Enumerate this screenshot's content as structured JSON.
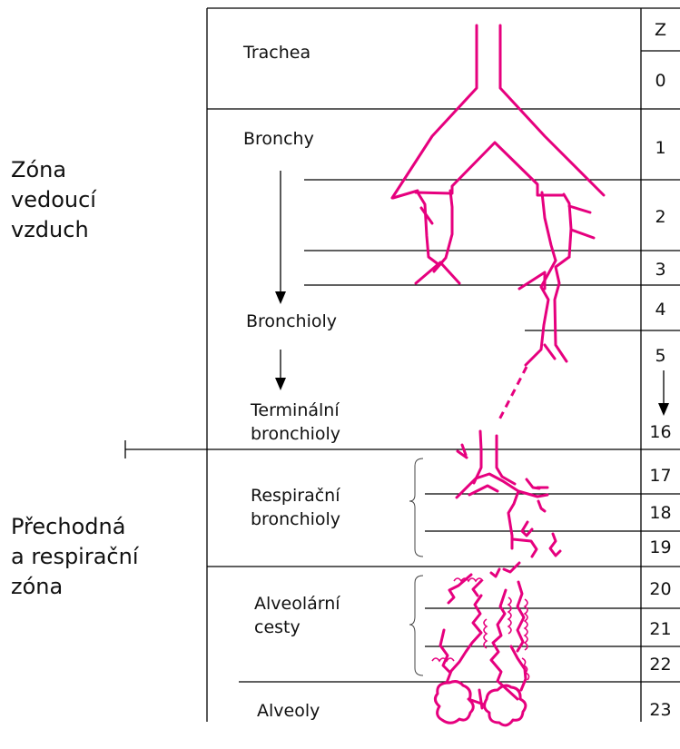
{
  "zones": {
    "conducting": [
      "Zóna",
      "vedoucí",
      "vzduch"
    ],
    "respiratory": [
      "Přechodná",
      "a respirační",
      "zóna"
    ]
  },
  "levels": {
    "trachea": "Trachea",
    "bronchi": "Bronchy",
    "bronchioles": "Bronchioly",
    "terminal": [
      "Terminální",
      "bronchioly"
    ],
    "respiratory_bronchioles": [
      "Respirační",
      "bronchioly"
    ],
    "alveolar_ducts": [
      "Alveolární",
      "cesty"
    ],
    "alveoli": "Alveoly"
  },
  "generations": {
    "header": "Z",
    "values": [
      "0",
      "1",
      "2",
      "3",
      "4",
      "5",
      "16",
      "17",
      "18",
      "19",
      "20",
      "21",
      "22",
      "23"
    ]
  },
  "colors": {
    "airway": "#e6007e",
    "lines": "#000000"
  }
}
